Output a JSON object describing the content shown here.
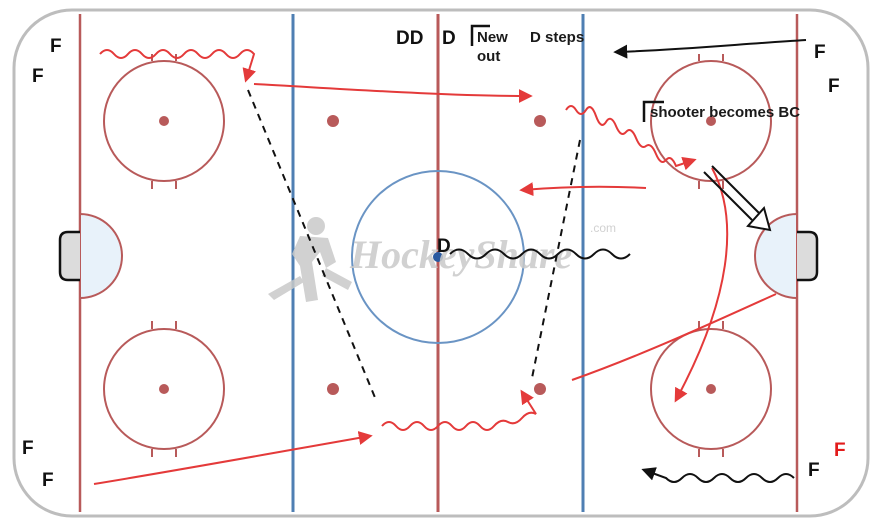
{
  "players": {
    "f_top_left_1": "F",
    "f_top_left_2": "F",
    "f_bottom_left_1": "F",
    "f_bottom_left_2": "F",
    "f_top_right_1": "F",
    "f_top_right_2": "F",
    "f_bottom_right_1": "F",
    "f_bottom_right_2": "F",
    "dd": "DD",
    "d_top": "D",
    "d_center": "D"
  },
  "annotations": {
    "new_out_line1": "New",
    "new_out_line2": "out",
    "d_steps": "D steps",
    "shooter_becomes_bc": "shooter becomes BC"
  },
  "watermark": {
    "brand": "HockeyShare",
    "suffix": ".com"
  },
  "colors": {
    "rink_line_red": "#b85a5a",
    "blue_line": "#4f7fb3",
    "center_circle": "#6a94c4",
    "arrow_red": "#e43a3a",
    "arrow_black": "#111111",
    "highlight_red_f": "#e21b1b",
    "crease_fill": "#e8f2fa"
  }
}
